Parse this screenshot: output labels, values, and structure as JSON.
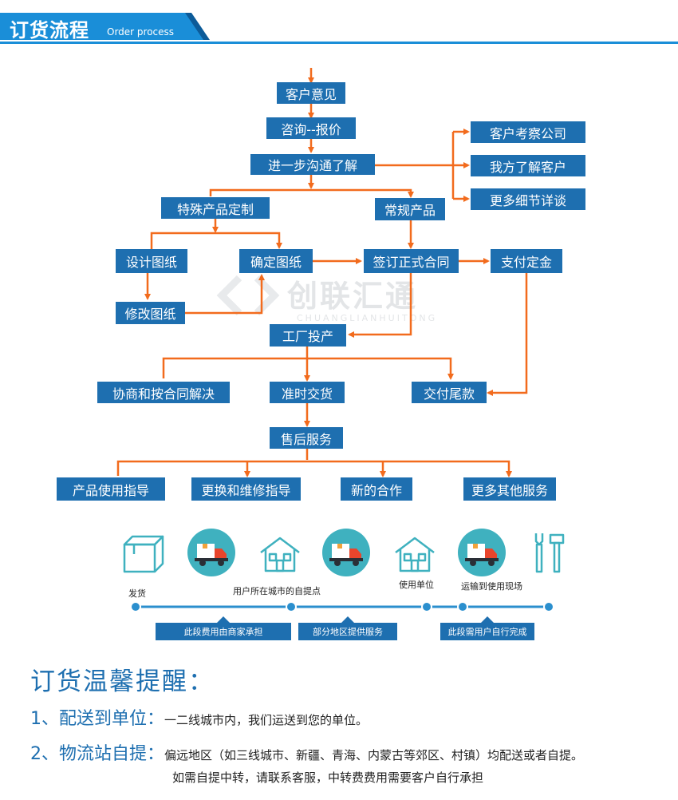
{
  "header": {
    "title": "订货流程",
    "subtitle": "Order process"
  },
  "flow": {
    "customer_opinion": "客户意见",
    "inquiry_quote": "咨询--报价",
    "further_communication": "进一步沟通了解",
    "customer_visit_company": "客户考察公司",
    "we_learn_customer": "我方了解客户",
    "more_details": "更多细节详谈",
    "special_custom": "特殊产品定制",
    "regular_product": "常规产品",
    "design_drawing": "设计图纸",
    "confirm_drawing": "确定图纸",
    "sign_contract": "签订正式合同",
    "pay_deposit": "支付定金",
    "modify_drawing": "修改图纸",
    "factory_production": "工厂投产",
    "negotiate_contract": "协商和按合同解决",
    "on_time_delivery": "准时交货",
    "pay_balance": "交付尾款",
    "after_sales": "售后服务",
    "usage_guidance": "产品使用指导",
    "replace_maintenance": "更换和维修指导",
    "new_cooperation": "新的合作",
    "more_services": "更多其他服务"
  },
  "watermark": {
    "cn": "创联汇通",
    "en": "CHUANGLIANHUITONG"
  },
  "logistics": {
    "labels": {
      "ship": "发货",
      "pickup_point": "用户所在城市的自提点",
      "user_unit": "使用单位",
      "to_site": "运输到使用现场"
    },
    "tags": {
      "merchant_cost": "此段费用由商家承担",
      "partial_service": "部分地区提供服务",
      "customer_cost": "此段需用户自行完成"
    },
    "icons": [
      "box-icon",
      "truck-icon",
      "house-icon",
      "truck-icon",
      "house-icon",
      "truck-icon",
      "tools-icon"
    ]
  },
  "tips": {
    "title": "订货温馨提醒：",
    "items": [
      {
        "head": "1、配送到单位：",
        "body": "一二线城市内，我们运送到您的单位。"
      },
      {
        "head": "2、物流站自提：",
        "body": "偏远地区（如三线城市、新疆、青海、内蒙古等郊区、村镇）均配送或者自提。"
      }
    ],
    "note": "如需自提中转，请联系客服，中转费费用需要客户自行承担"
  },
  "colors": {
    "brand_blue": "#1e6fb0",
    "header_blue": "#1a8ed8",
    "arrow_orange": "#f26b1d",
    "timeline_blue": "#2b8fce"
  }
}
